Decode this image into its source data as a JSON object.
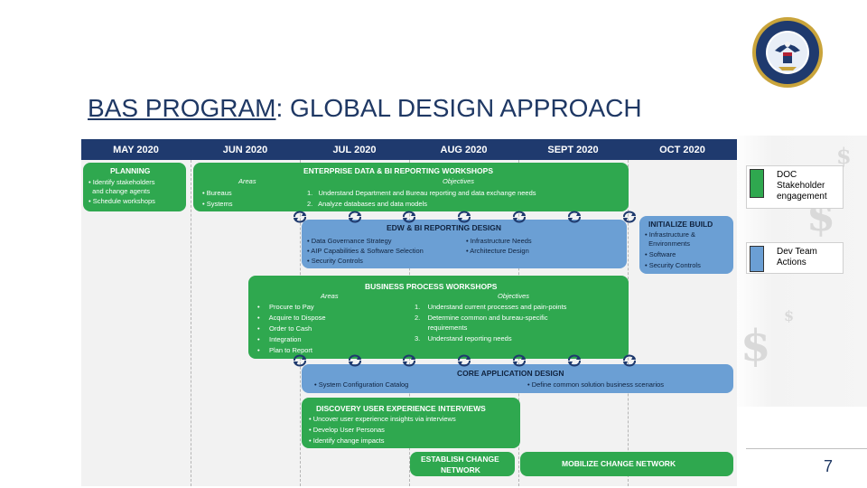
{
  "title": {
    "main": "BAS PROGRAM",
    "rest": ": GLOBAL DESIGN APPROACH"
  },
  "months": [
    "MAY 2020",
    "JUN 2020",
    "JUL 2020",
    "AUG 2020",
    "SEPT 2020",
    "OCT 2020"
  ],
  "planning": {
    "title": "PLANNING",
    "items": [
      "• Identify stakeholders",
      "  and change agents",
      "• Schedule workshops"
    ]
  },
  "enterprise": {
    "title": "ENTERPRISE DATA & BI REPORTING WORKSHOPS",
    "areas_label": "Areas",
    "areas": [
      "• Bureaus",
      "• Systems"
    ],
    "objectives_label": "Objectives",
    "objectives": [
      "1.   Understand Department and Bureau reporting and data exchange needs",
      "2.   Analyze databases and data models"
    ]
  },
  "edw": {
    "title": "EDW & BI REPORTING DESIGN",
    "left": [
      "• Data Governance Strategy",
      "• AIP Capabilities & Software Selection",
      "• Security Controls"
    ],
    "right": [
      "• Infrastructure Needs",
      "• Architecture Design"
    ]
  },
  "init_build": {
    "title": "INITIALIZE BUILD",
    "items": [
      "• Infrastructure &",
      "  Environments",
      "• Software",
      "• Security Controls"
    ]
  },
  "bpw": {
    "title": "BUSINESS PROCESS WORKSHOPS",
    "areas_label": "Areas",
    "areas": [
      "•     Procure to Pay",
      "•     Acquire to Dispose",
      "•     Order to Cash",
      "•     Integration",
      "•     Plan to Report"
    ],
    "objectives_label": "Objectives",
    "objectives": [
      "1.    Understand current processes and pain-points",
      "2.    Determine common and bureau-specific",
      "       requirements",
      "3.    Understand reporting needs"
    ]
  },
  "core": {
    "title": "CORE APPLICATION DESIGN",
    "left": "• System Configuration Catalog",
    "right": "• Define common solution business scenarios"
  },
  "discovery": {
    "title": "DISCOVERY USER EXPERIENCE INTERVIEWS",
    "items": [
      "• Uncover user experience insights via interviews",
      "• Develop User Personas",
      "• Identify change impacts"
    ]
  },
  "establish": {
    "line1": "ESTABLISH CHANGE",
    "line2": "NETWORK"
  },
  "mobilize": {
    "title": "MOBILIZE CHANGE NETWORK"
  },
  "legend": [
    {
      "label": "DOC Stakeholder engagement",
      "lines": [
        "DOC",
        "Stakeholder",
        "engagement"
      ],
      "color": "#2fa84f"
    },
    {
      "label": "Dev Team Actions",
      "lines": [
        "Dev Team",
        "Actions"
      ],
      "color": "#6b9fd4"
    }
  ],
  "watermark": {
    "symbol": "$"
  },
  "page_number": "7",
  "colors": {
    "header": "#1f3a6e",
    "green": "#2fa84f",
    "blue": "#6b9fd4",
    "title": "#1f3864"
  }
}
